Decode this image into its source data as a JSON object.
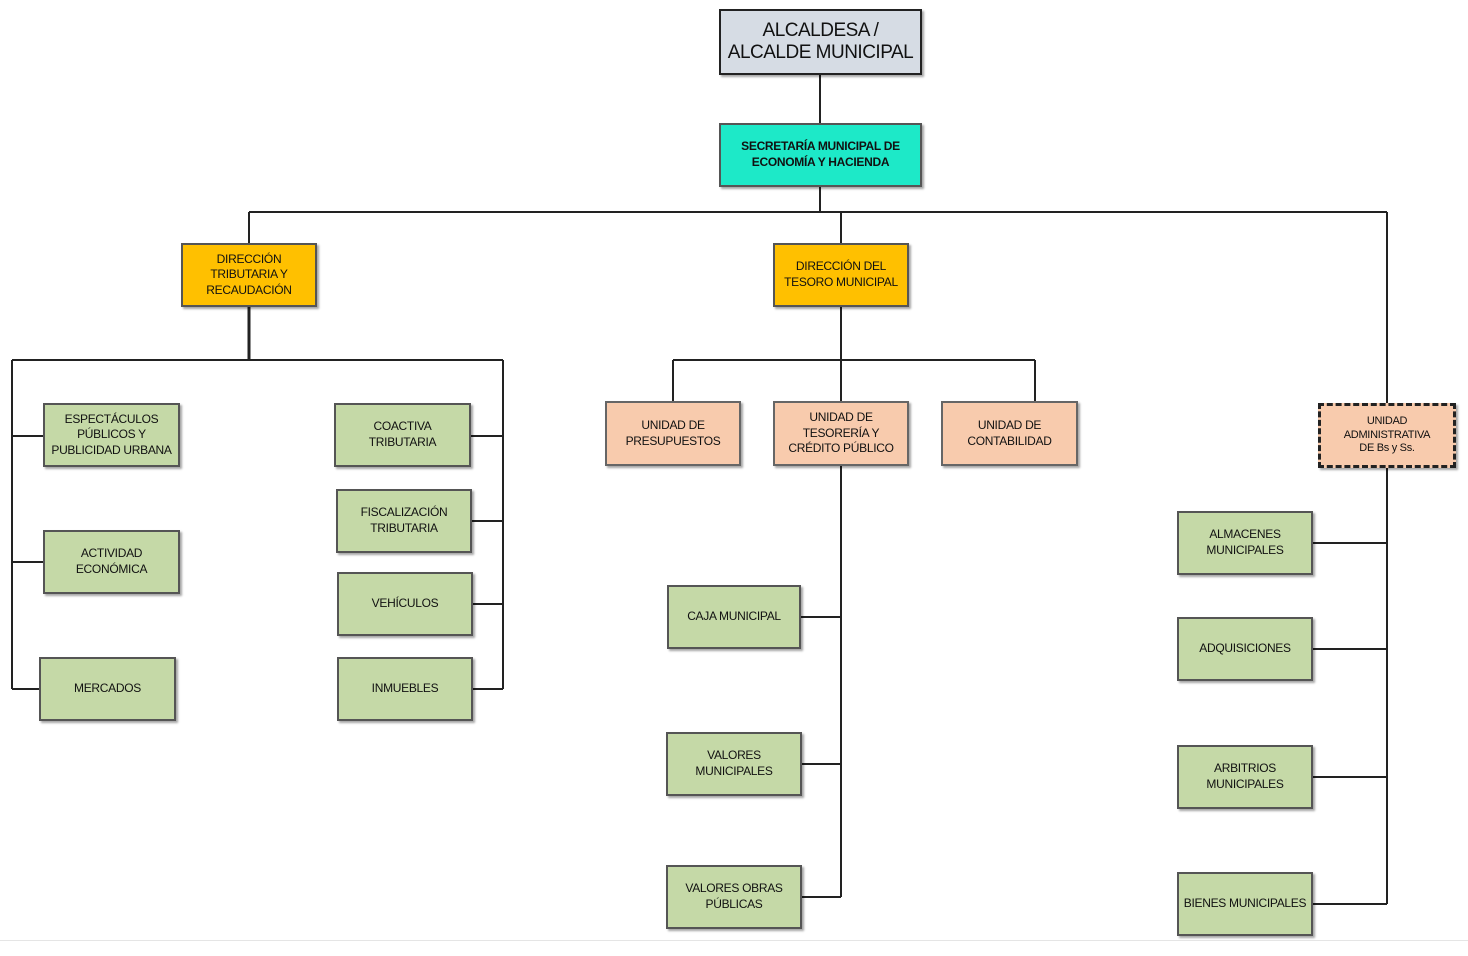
{
  "nodes": {
    "alcaldesa": "ALCALDESA /\nALCALDE MUNICIPAL",
    "secretaria": "SECRETARÍA MUNICIPAL DE\nECONOMÍA Y HACIENDA",
    "dir_tributaria": "DIRECCIÓN\nTRIBUTARIA Y\nRECAUDACIÓN",
    "dir_tesoro": "DIRECCIÓN DEL\nTESORO MUNICIPAL",
    "espectaculos": "ESPECTÁCULOS\nPÚBLICOS Y\nPUBLICIDAD URBANA",
    "actividad": "ACTIVIDAD\nECONÓMICA",
    "mercados": "MERCADOS",
    "coactiva": "COACTIVA\nTRIBUTARIA",
    "fiscalizacion": "FISCALIZACIÓN\nTRIBUTARIA",
    "vehiculos": "VEHÍCULOS",
    "inmuebles": "INMUEBLES",
    "presupuestos": "UNIDAD DE\nPRESUPUESTOS",
    "tesoreria": "UNIDAD DE\nTESORERÍA Y\nCRÉDITO PÚBLICO",
    "contabilidad": "UNIDAD DE\nCONTABILIDAD",
    "caja": "CAJA MUNICIPAL",
    "valores": "VALORES\nMUNICIPALES",
    "valores_obras": "VALORES OBRAS\nPÚBLICAS",
    "unidad_admin": "UNIDAD\nADMINISTRATIVA\nDE Bs y Ss.",
    "almacenes": "ALMACENES\nMUNICIPALES",
    "adquisiciones": "ADQUISICIONES",
    "arbitrios": "ARBITRIOS\nMUNICIPALES",
    "bienes": "BIENES MUNICIPALES"
  },
  "colors": {
    "top": "#d6dce4",
    "secretaria": "#1de9c8",
    "direccion": "#ffc000",
    "unidad": "#f8cbad",
    "leaf": "#c5d9a7",
    "line": "#222222"
  }
}
